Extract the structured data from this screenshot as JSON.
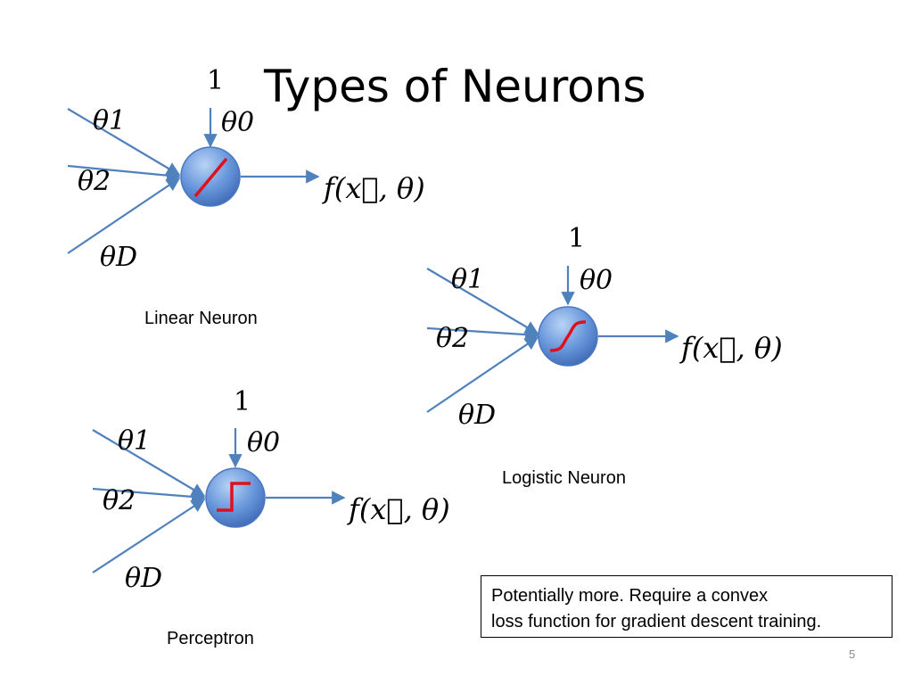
{
  "slide": {
    "title": "Types of Neurons",
    "page_number": "5"
  },
  "neurons": {
    "linear": {
      "caption": "Linear Neuron",
      "activation_icon": "line-icon",
      "bias_input": "1",
      "weights": {
        "bias": "θ0",
        "w1": "θ1",
        "w2": "θ2",
        "wD": "θD"
      },
      "output": "f(x⃗, θ)"
    },
    "logistic": {
      "caption": "Logistic Neuron",
      "activation_icon": "sigmoid-icon",
      "bias_input": "1",
      "weights": {
        "bias": "θ0",
        "w1": "θ1",
        "w2": "θ2",
        "wD": "θD"
      },
      "output": "f(x⃗, θ)"
    },
    "perceptron": {
      "caption": "Perceptron",
      "activation_icon": "step-icon",
      "bias_input": "1",
      "weights": {
        "bias": "θ0",
        "w1": "θ1",
        "w2": "θ2",
        "wD": "θD"
      },
      "output": "f(x⃗, θ)"
    }
  },
  "note": {
    "line1": "Potentially more.  Require a convex",
    "line2": "loss function for gradient descent training."
  },
  "colors": {
    "arrow": "#4f81bd",
    "node_fill_top": "#a9c8f0",
    "node_fill_bottom": "#4472c4",
    "activation": "#e0101c"
  }
}
